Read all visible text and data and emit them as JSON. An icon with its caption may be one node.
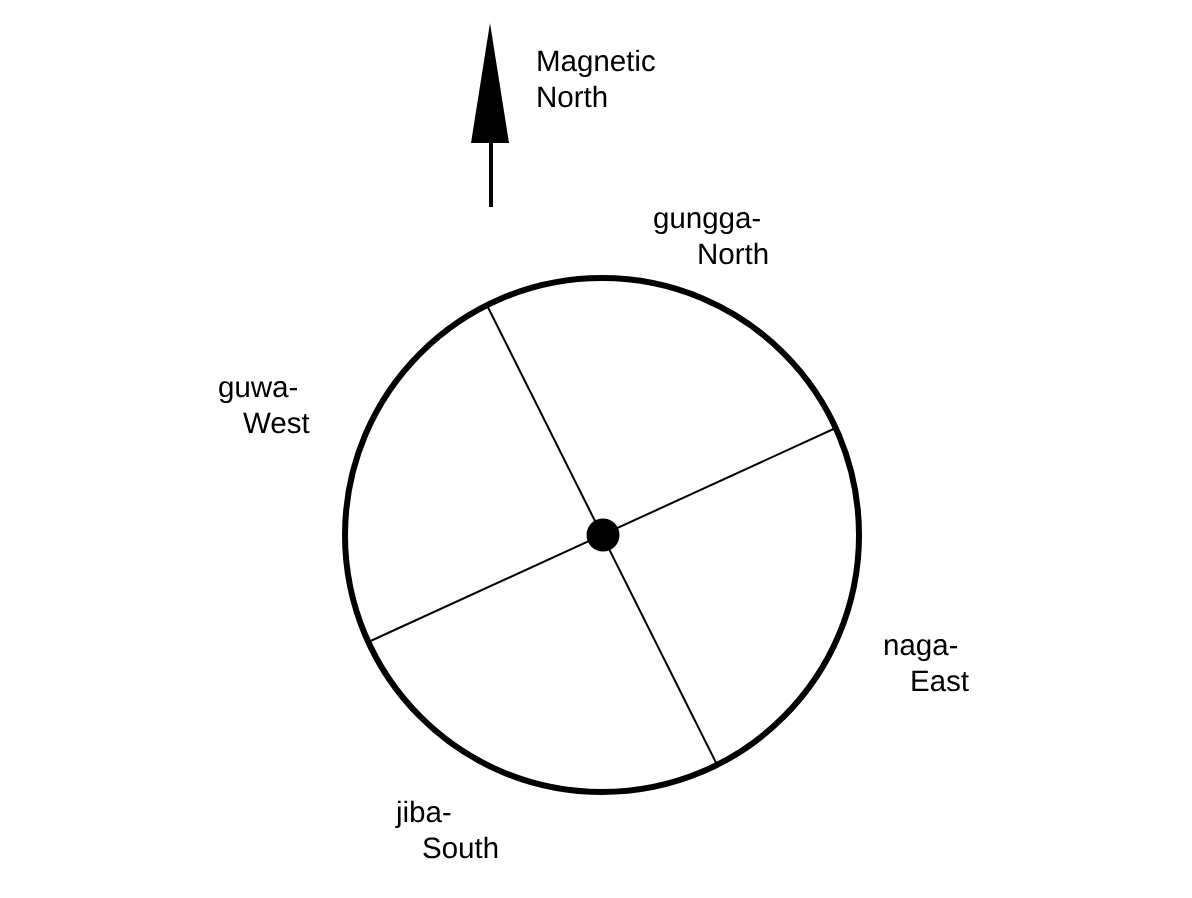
{
  "diagram": {
    "labels": [
      "Magnetic North",
      "gungga- North",
      "guwa- West",
      "naga- East",
      "jiba- South"
    ]
  }
}
